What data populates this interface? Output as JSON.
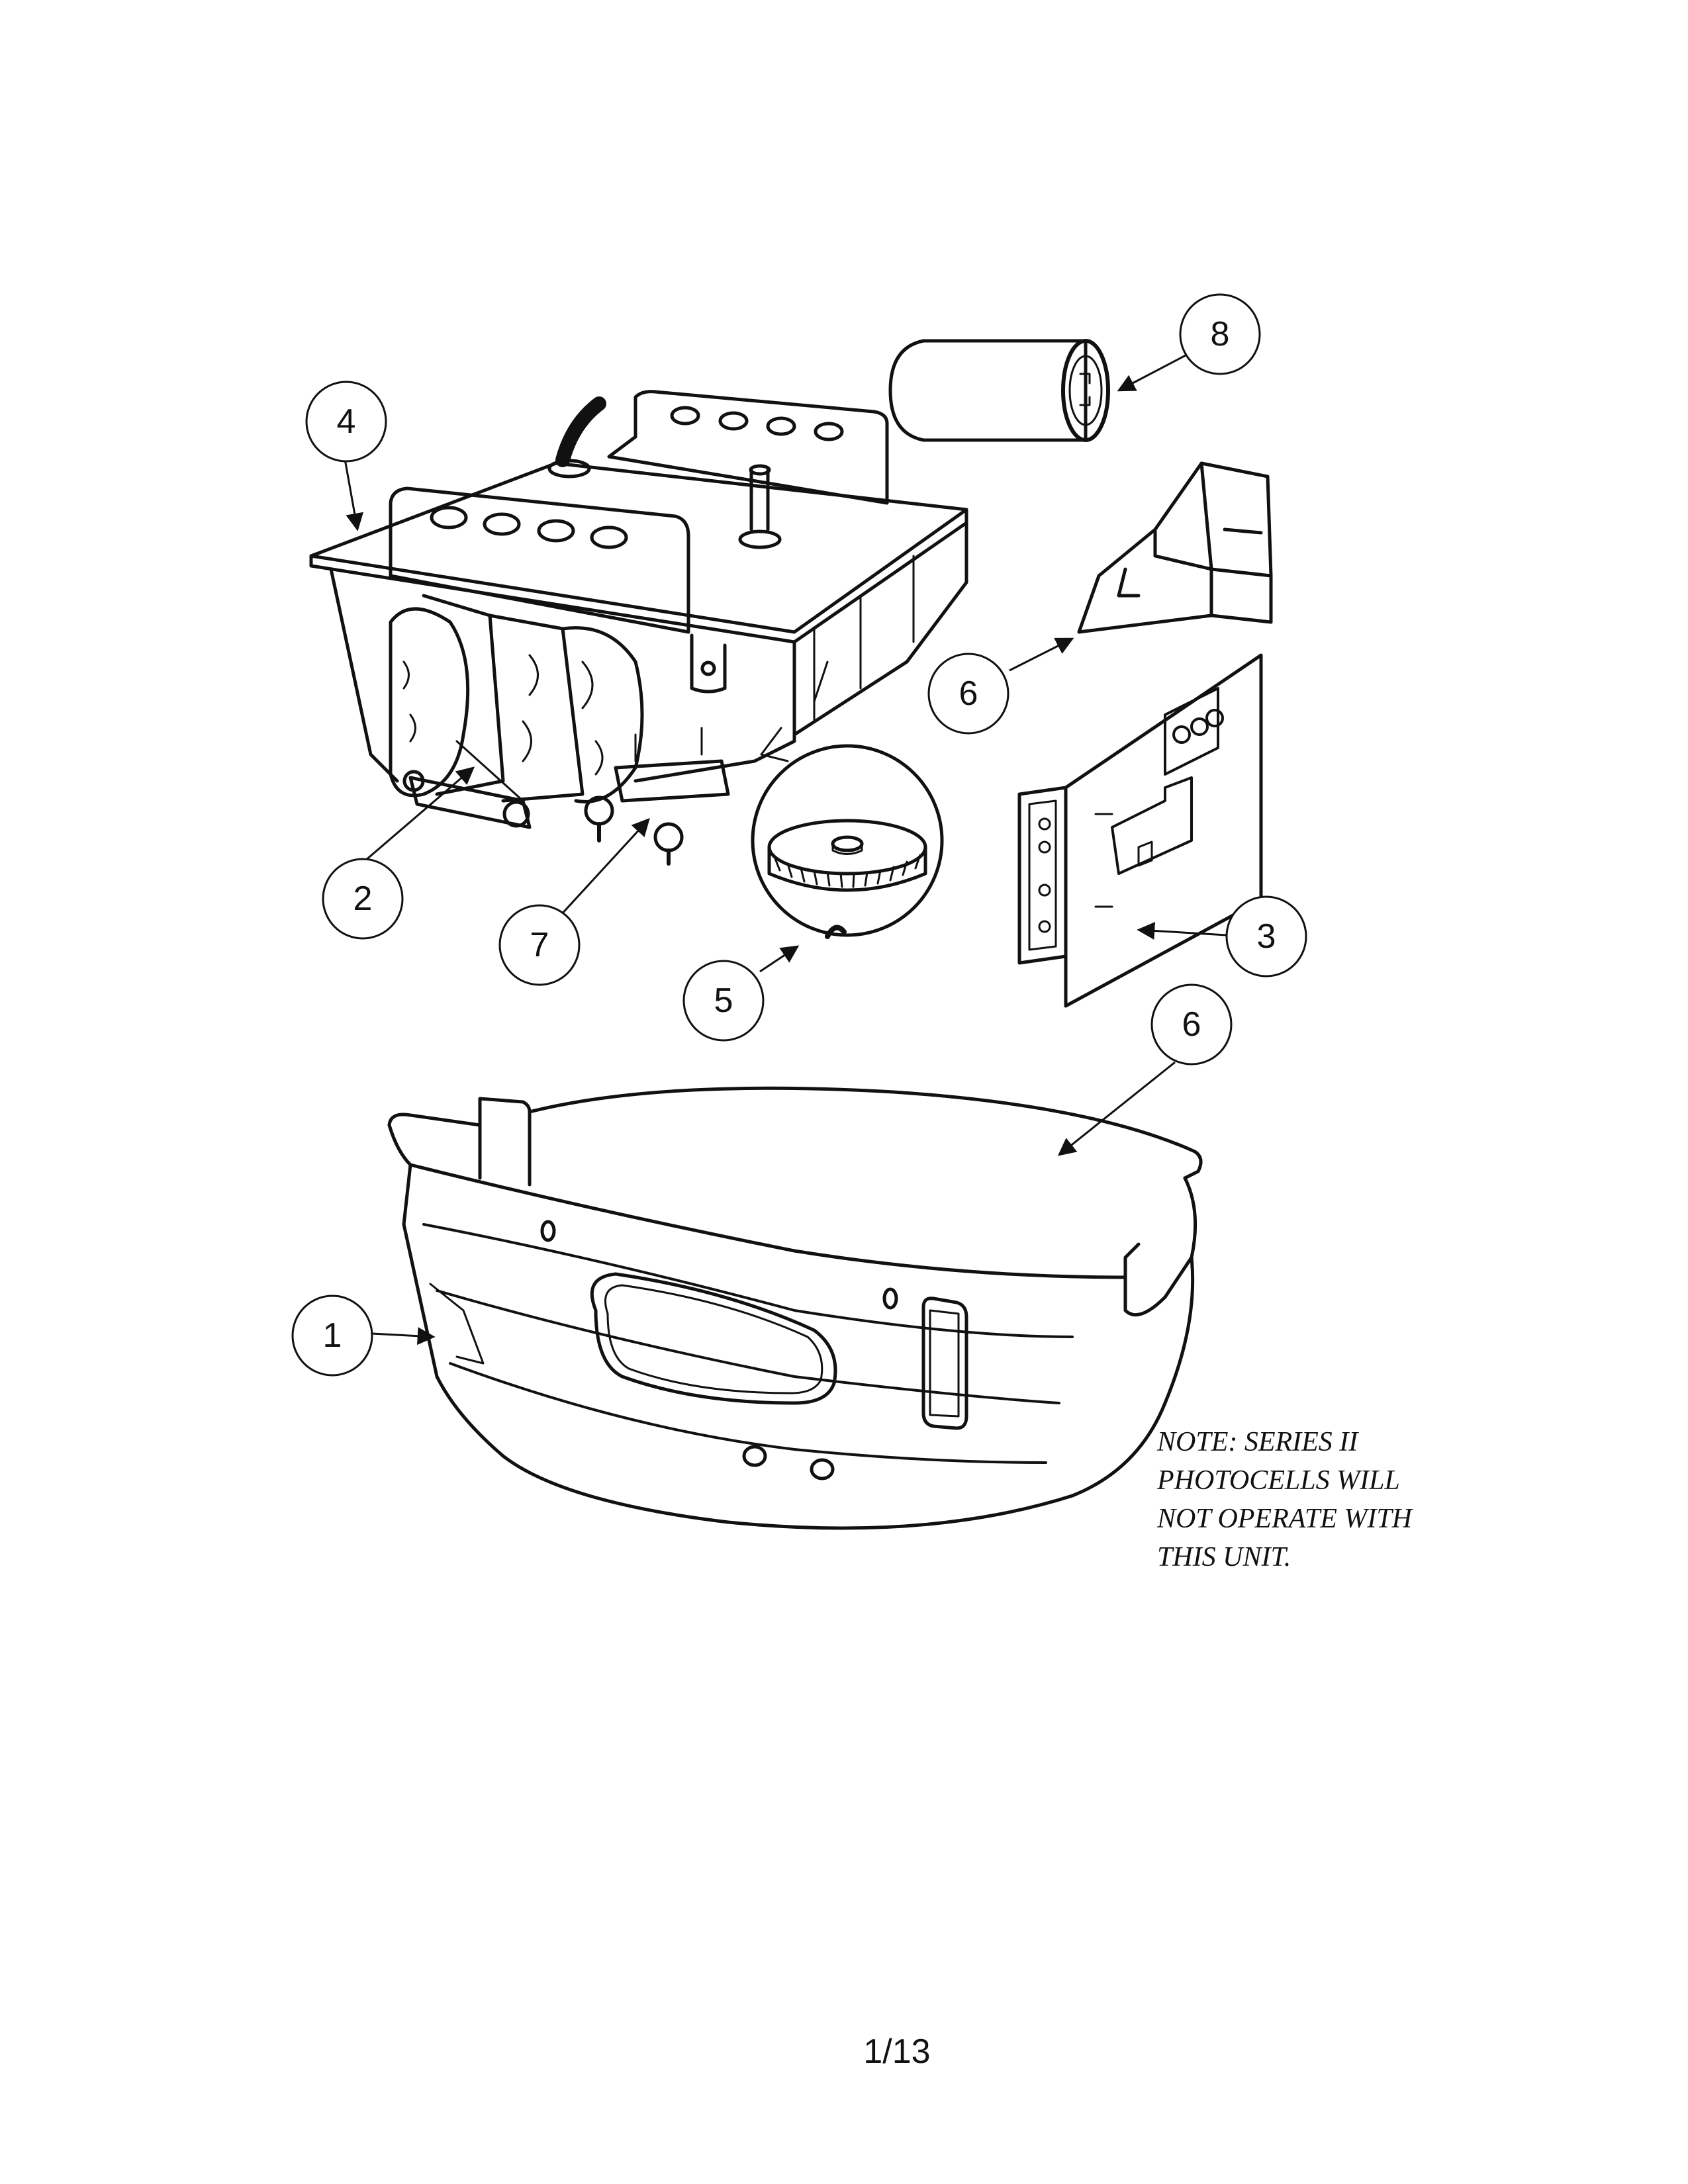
{
  "diagram": {
    "parts": [
      {
        "number": "1",
        "name": "cover"
      },
      {
        "number": "2",
        "name": "motor"
      },
      {
        "number": "3",
        "name": "logic-board"
      },
      {
        "number": "4",
        "name": "chassis"
      },
      {
        "number": "5",
        "name": "drive-gear"
      },
      {
        "number": "6",
        "name": "light-socket"
      },
      {
        "number": "6",
        "name": "lens"
      },
      {
        "number": "7",
        "name": "limit-switch"
      },
      {
        "number": "8",
        "name": "capacitor"
      }
    ]
  },
  "note": {
    "lines": [
      "NOTE: SERIES II",
      "PHOTOCELLS WILL",
      "NOT OPERATE WITH",
      "THIS UNIT."
    ]
  },
  "footer": {
    "page_number": "1/13"
  }
}
